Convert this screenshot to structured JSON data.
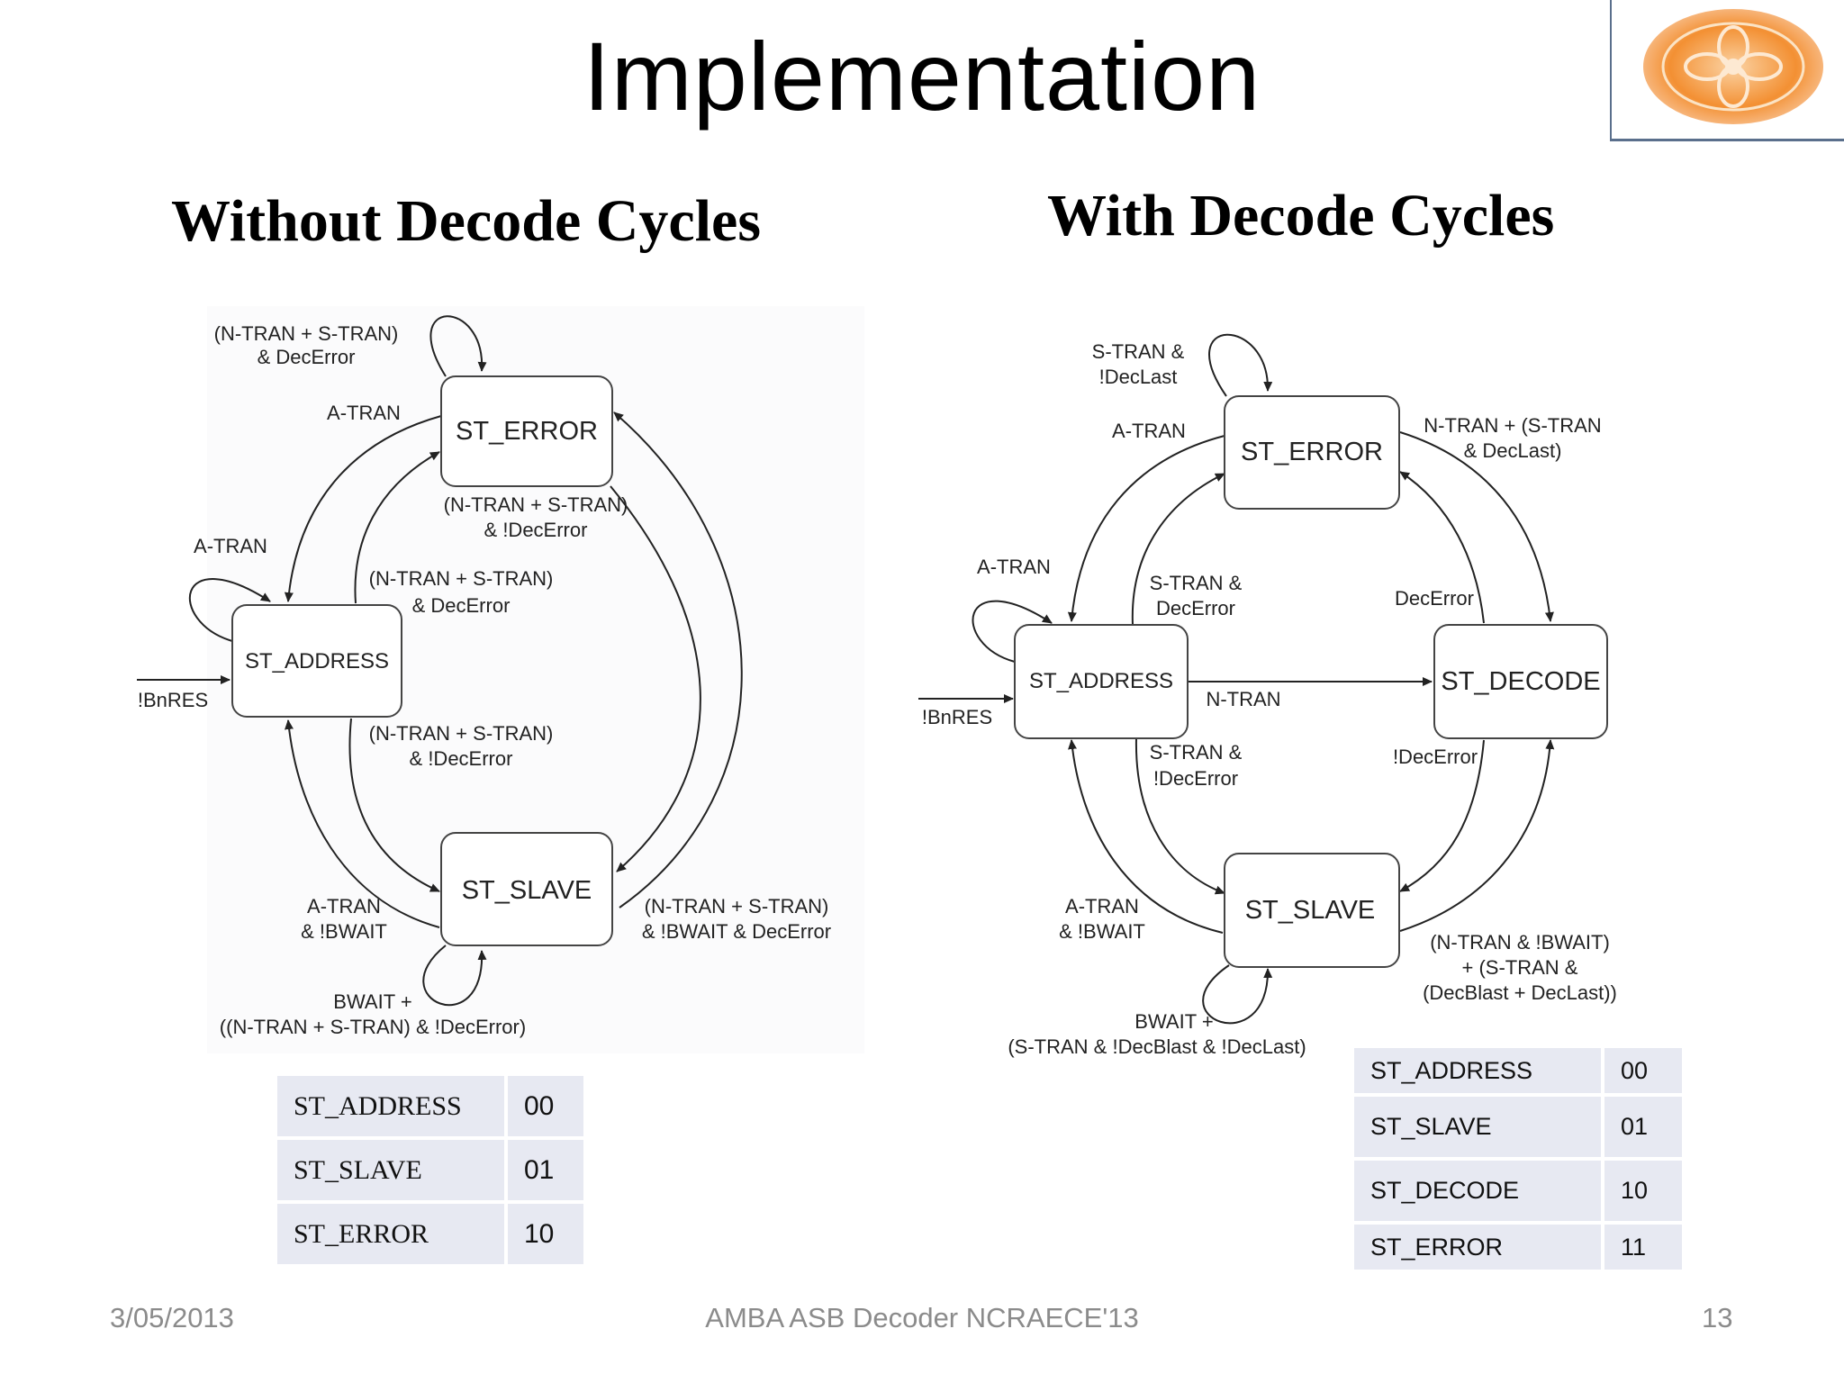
{
  "slide": {
    "title": "Implementation",
    "footer": {
      "date": "3/05/2013",
      "center": "AMBA ASB Decoder NCRAECE'13",
      "page": "13"
    }
  },
  "left": {
    "heading": "Without Decode Cycles",
    "states": {
      "error": "ST_ERROR",
      "address": "ST_ADDRESS",
      "slave": "ST_SLAVE"
    },
    "labels": {
      "self_error_1": "(N-TRAN + S-TRAN)",
      "self_error_2": "& DecError",
      "atran_error": "A-TRAN",
      "err_to_slave_1": "(N-TRAN + S-TRAN)",
      "err_to_slave_2": "& !DecError",
      "atran_addr": "A-TRAN",
      "addr_to_err_1": "(N-TRAN + S-TRAN)",
      "addr_to_err_2": "& DecError",
      "reset": "!BnRES",
      "addr_to_slave_1": "(N-TRAN + S-TRAN)",
      "addr_to_slave_2": "& !DecError",
      "slave_to_addr_1": "A-TRAN",
      "slave_to_addr_2": "& !BWAIT",
      "slave_to_err_1": "(N-TRAN + S-TRAN)",
      "slave_to_err_2": "& !BWAIT & DecError",
      "self_slave_1": "BWAIT +",
      "self_slave_2": "((N-TRAN + S-TRAN) & !DecError)"
    },
    "table": [
      {
        "state": "ST_ADDRESS",
        "code": "00"
      },
      {
        "state": "ST_SLAVE",
        "code": "01"
      },
      {
        "state": "ST_ERROR",
        "code": "10"
      }
    ]
  },
  "right": {
    "heading": "With Decode Cycles",
    "states": {
      "error": "ST_ERROR",
      "address": "ST_ADDRESS",
      "decode": "ST_DECODE",
      "slave": "ST_SLAVE"
    },
    "labels": {
      "self_error_1": "S-TRAN &",
      "self_error_2": "!DecLast",
      "atran_error": "A-TRAN",
      "err_to_dec_1": "N-TRAN + (S-TRAN",
      "err_to_dec_2": "& DecLast)",
      "atran_addr": "A-TRAN",
      "addr_to_err_1": "S-TRAN &",
      "addr_to_err_2": "DecError",
      "dec_to_err": "DecError",
      "reset": "!BnRES",
      "addr_to_dec": "N-TRAN",
      "addr_to_slave_1": "S-TRAN &",
      "addr_to_slave_2": "!DecError",
      "dec_to_slave": "!DecError",
      "slave_to_addr_1": "A-TRAN",
      "slave_to_addr_2": "& !BWAIT",
      "slave_to_dec_1": "(N-TRAN & !BWAIT)",
      "slave_to_dec_2": "+ (S-TRAN &",
      "slave_to_dec_3": "(DecBlast + DecLast))",
      "self_slave_1": "BWAIT +",
      "self_slave_2": "(S-TRAN & !DecBlast & !DecLast)"
    },
    "table": [
      {
        "state": "ST_ADDRESS",
        "code": "00"
      },
      {
        "state": "ST_SLAVE",
        "code": "01"
      },
      {
        "state": "ST_DECODE",
        "code": "10"
      },
      {
        "state": "ST_ERROR",
        "code": "11"
      }
    ]
  },
  "logo": {
    "icon": "orange-flower-emblem-icon",
    "colors": [
      "#f39033",
      "#fbd3a4"
    ]
  }
}
